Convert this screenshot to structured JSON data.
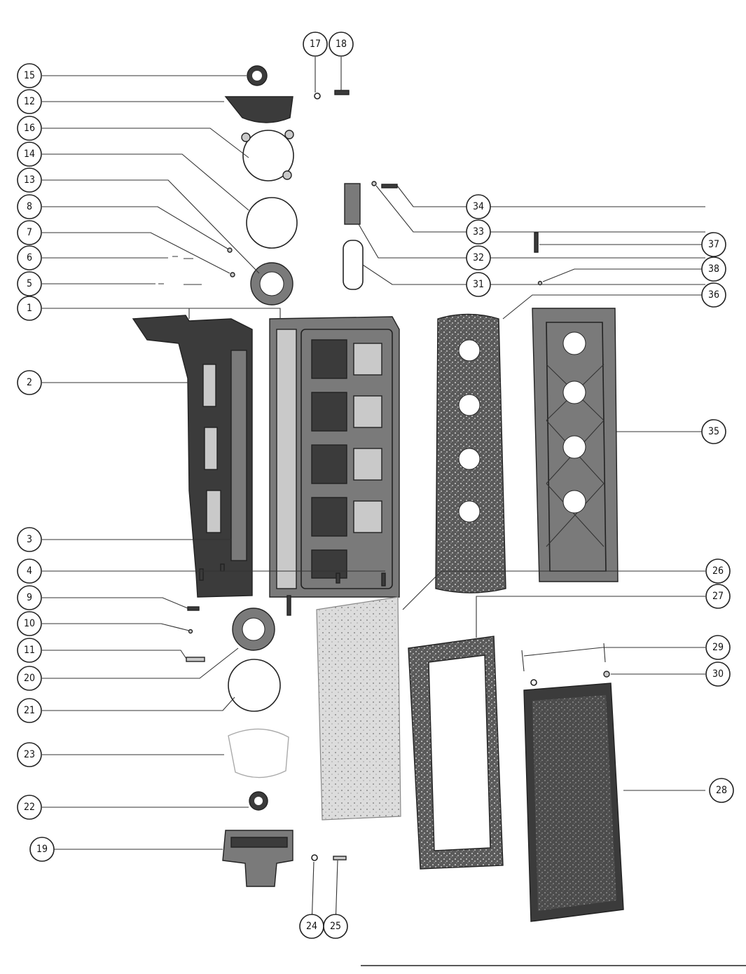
{
  "diagram": {
    "callouts": [
      "15",
      "12",
      "16",
      "14",
      "13",
      "8",
      "7",
      "6",
      "5",
      "1",
      "2",
      "3",
      "4",
      "9",
      "10",
      "11",
      "20",
      "21",
      "23",
      "22",
      "19",
      "17",
      "18",
      "24",
      "25",
      "34",
      "33",
      "32",
      "31",
      "37",
      "38",
      "36",
      "35",
      "26",
      "27",
      "29",
      "30",
      "28"
    ]
  },
  "colors": {
    "ink": "#222222",
    "paper": "#ffffff",
    "casting": "#3b3b3b",
    "gasket": "#7a7a7a"
  }
}
